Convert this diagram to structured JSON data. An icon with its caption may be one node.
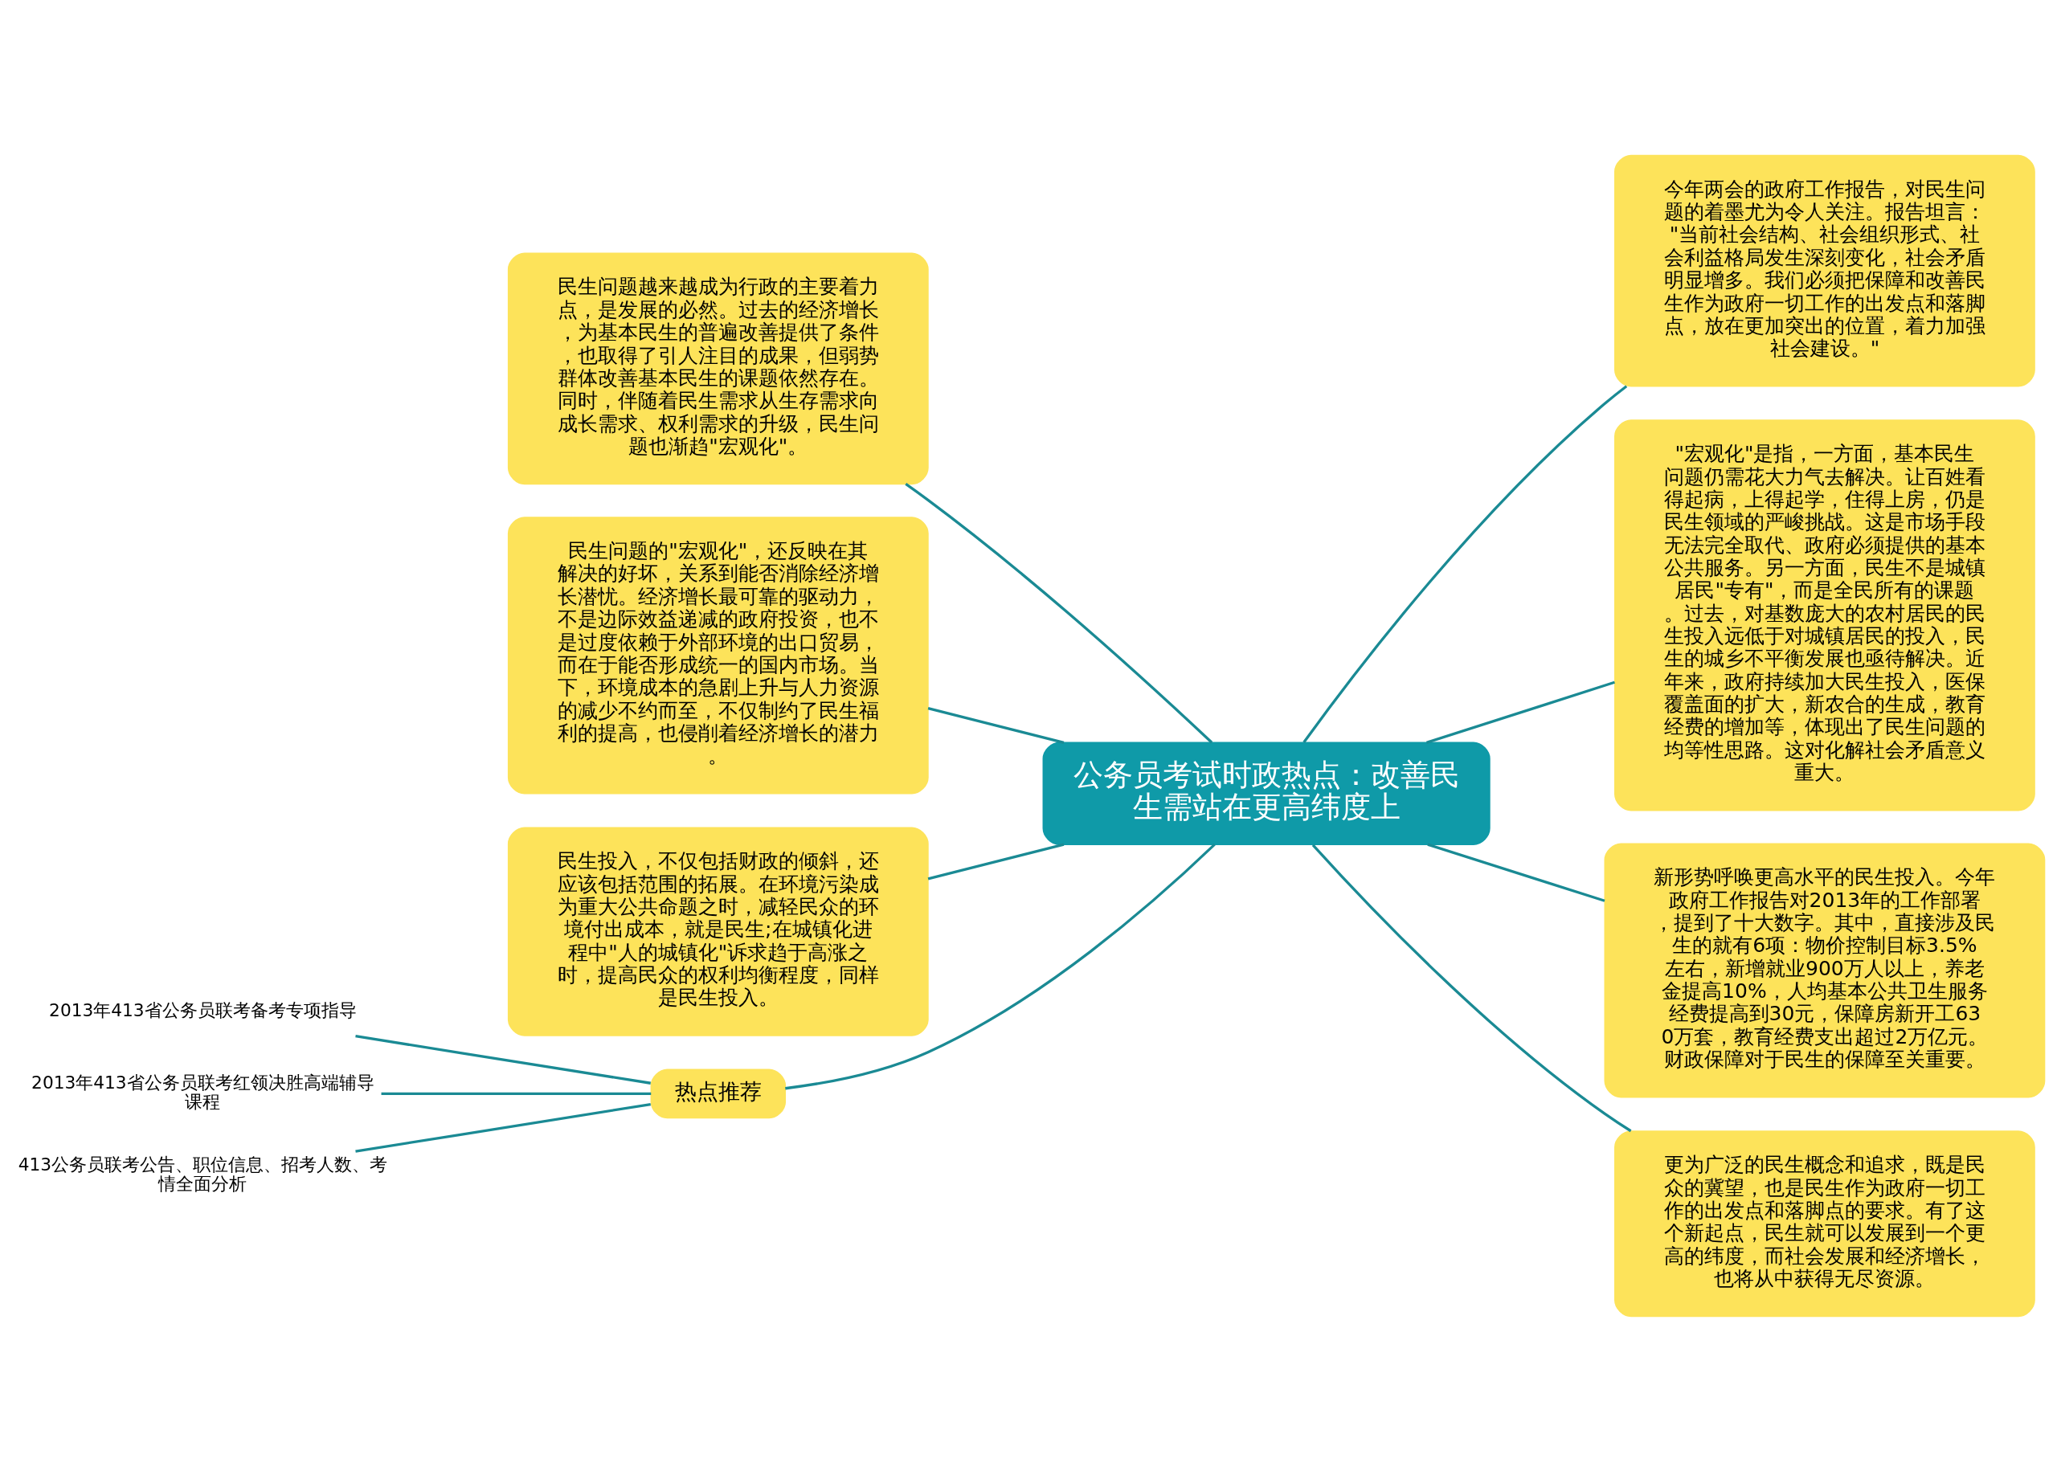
{
  "diagram": {
    "nodes": [
      {
        "text": [
          "公务员考试时政热点：改善民生需站在更高纬度上"
        ]
      },
      {
        "text": [
          "民生问题越来越成为行政的主要着力点，是发展的必然。过去的经济增长，为基本民生的普遍改善提供了条件，也取得了引人注目的成果，但弱势群体改善基本民生的课题依然存在。同时，伴随着民生需求从生存需求向成长需求、权利需求的升级，民生问题也渐趋\"宏观化\"。"
        ]
      },
      {
        "text": [
          "民生问题的\"宏观化\"，还反映在其解决的好坏，关系到能否消除经济增长潜忧。经济增长最可靠的驱动力，不是边际效益递减的政府投资，也不是过度依赖于外部环境的出口贸易，而在于能否形成统一的国内市场。当下，环境成本的急剧上升与人力资源的减少不约而至，不仅制约了民生福利的提高，也侵削着经济增长的潜力。"
        ]
      },
      {
        "text": [
          "民生投入，不仅包括财政的倾斜，还应该包括范围的拓展。在环境污染成为重大公共命题之时，减轻民众的环境付出成本，就是民生;在城镇化进程中\"人的城镇化\"诉求趋于高涨之时，提高民众的权利均衡程度，同样是民生投入。"
        ]
      },
      {
        "text": [
          "热点推荐"
        ]
      },
      {
        "text": [
          "2013年413省公务员联考备考专项指导"
        ]
      },
      {
        "text": [
          "2013年413省公务员联考红领决胜高端辅导课程"
        ]
      },
      {
        "text": [
          "413公务员联考公告、职位信息、招考人数、考情全面分析"
        ]
      },
      {
        "text": [
          "今年两会的政府工作报告，对民生问题的着墨尤为令人关注。报告坦言：\"当前社会结构、社会组织形式、社会利益格局发生深刻变化，社会矛盾明显增多。我们必须把保障和改善民生作为政府一切工作的出发点和落脚点，放在更加突出的位置，着力加强社会建设。\""
        ]
      },
      {
        "text": [
          "\"宏观化\"是指，一方面，基本民生问题仍需花大力气去解决。让百姓看得起病，上得起学，住得上房，仍是民生领域的严峻挑战。这是市场手段无法完全取代、政府必须提供的基本公共服务。另一方面，民生不是城镇居民\"专有\"，而是全民所有的课题。过去，对基数庞大的农村居民的民生投入远低于对城镇居民的投入，民生的城乡不平衡发展也亟待解决。近年来，政府持续加大民生投入，医保覆盖面的扩大，新农合的生成，教育经费的增加等，体现出了民生问题的均等性思路。这对化解社会矛盾意义重大。"
        ]
      },
      {
        "text": [
          "新形势呼唤更高水平的民生投入。今年政府工作报告对2013年的工作部署，提到了十大数字。其中，直接涉及民生的就有6项：物价控制目标3.5%左右，新增就业900万人以上，养老金提高10%，人均基本公共卫生服务经费提高到30元，保障房新开工630万套，教育经费支出超过2万亿元。财政保障对于民生的保障至关重要。"
        ]
      },
      {
        "text": [
          "更为广泛的民生概念和追求，既是民众的冀望，也是民生作为政府一切工作的出发点和落脚点的要求。有了这个新起点，民生就可以发展到一个更高的纬度，而社会发展和经济增长，也将从中获得无尽资源。"
        ]
      }
    ],
    "edges": [
      {
        "from": 0,
        "to": 1,
        "arrow": "none"
      },
      {
        "from": 0,
        "to": 2,
        "arrow": "none"
      },
      {
        "from": 0,
        "to": 3,
        "arrow": "none"
      },
      {
        "from": 0,
        "to": 4,
        "arrow": "none"
      },
      {
        "from": 4,
        "to": 5,
        "arrow": "none"
      },
      {
        "from": 4,
        "to": 6,
        "arrow": "none"
      },
      {
        "from": 4,
        "to": 7,
        "arrow": "none"
      },
      {
        "from": 0,
        "to": 8,
        "arrow": "none"
      },
      {
        "from": 0,
        "to": 9,
        "arrow": "none"
      },
      {
        "from": 0,
        "to": 10,
        "arrow": "none"
      },
      {
        "from": 0,
        "to": 11,
        "arrow": "none"
      }
    ]
  }
}
